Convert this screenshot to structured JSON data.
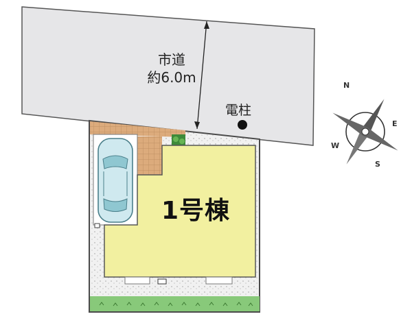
{
  "road": {
    "name": "市道",
    "width": "約6.0m"
  },
  "utility_pole": {
    "label": "電柱"
  },
  "building": {
    "label": "1号棟"
  },
  "compass": {
    "north": "N",
    "east": "E",
    "south": "S",
    "west": "W"
  },
  "colors": {
    "road": "#e6e6e8",
    "building": "#f2f0a0",
    "gravel": "#eeeeee",
    "lawn": "#88c97a",
    "tile": "#d8a878",
    "boundary": "#4a4a4a"
  }
}
